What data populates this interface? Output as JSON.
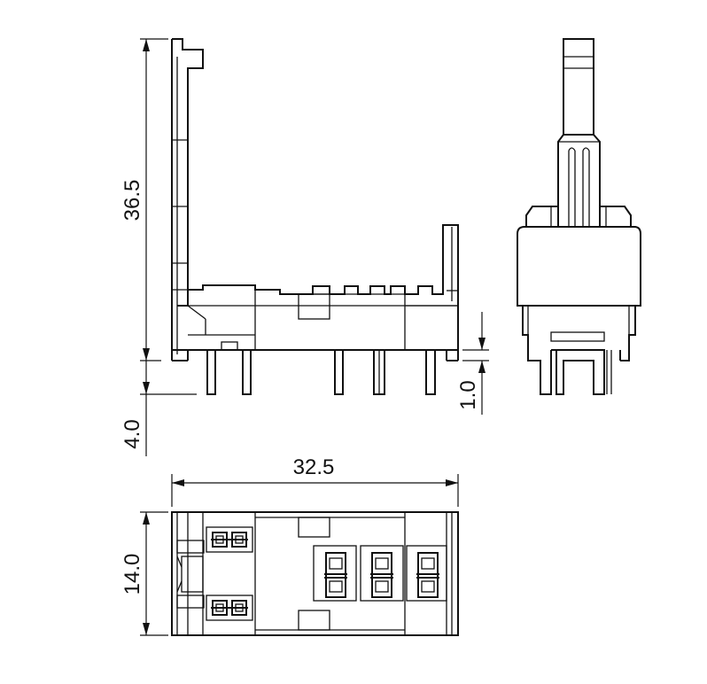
{
  "drawing": {
    "views": [
      "side-view",
      "front-view",
      "top-view"
    ],
    "dimensions": {
      "height": "36.5",
      "pin_length": "4.0",
      "pin_step": "1.0",
      "width": "32.5",
      "depth": "14.0"
    },
    "units": "mm",
    "line_color": "#111111",
    "background": "#ffffff"
  }
}
